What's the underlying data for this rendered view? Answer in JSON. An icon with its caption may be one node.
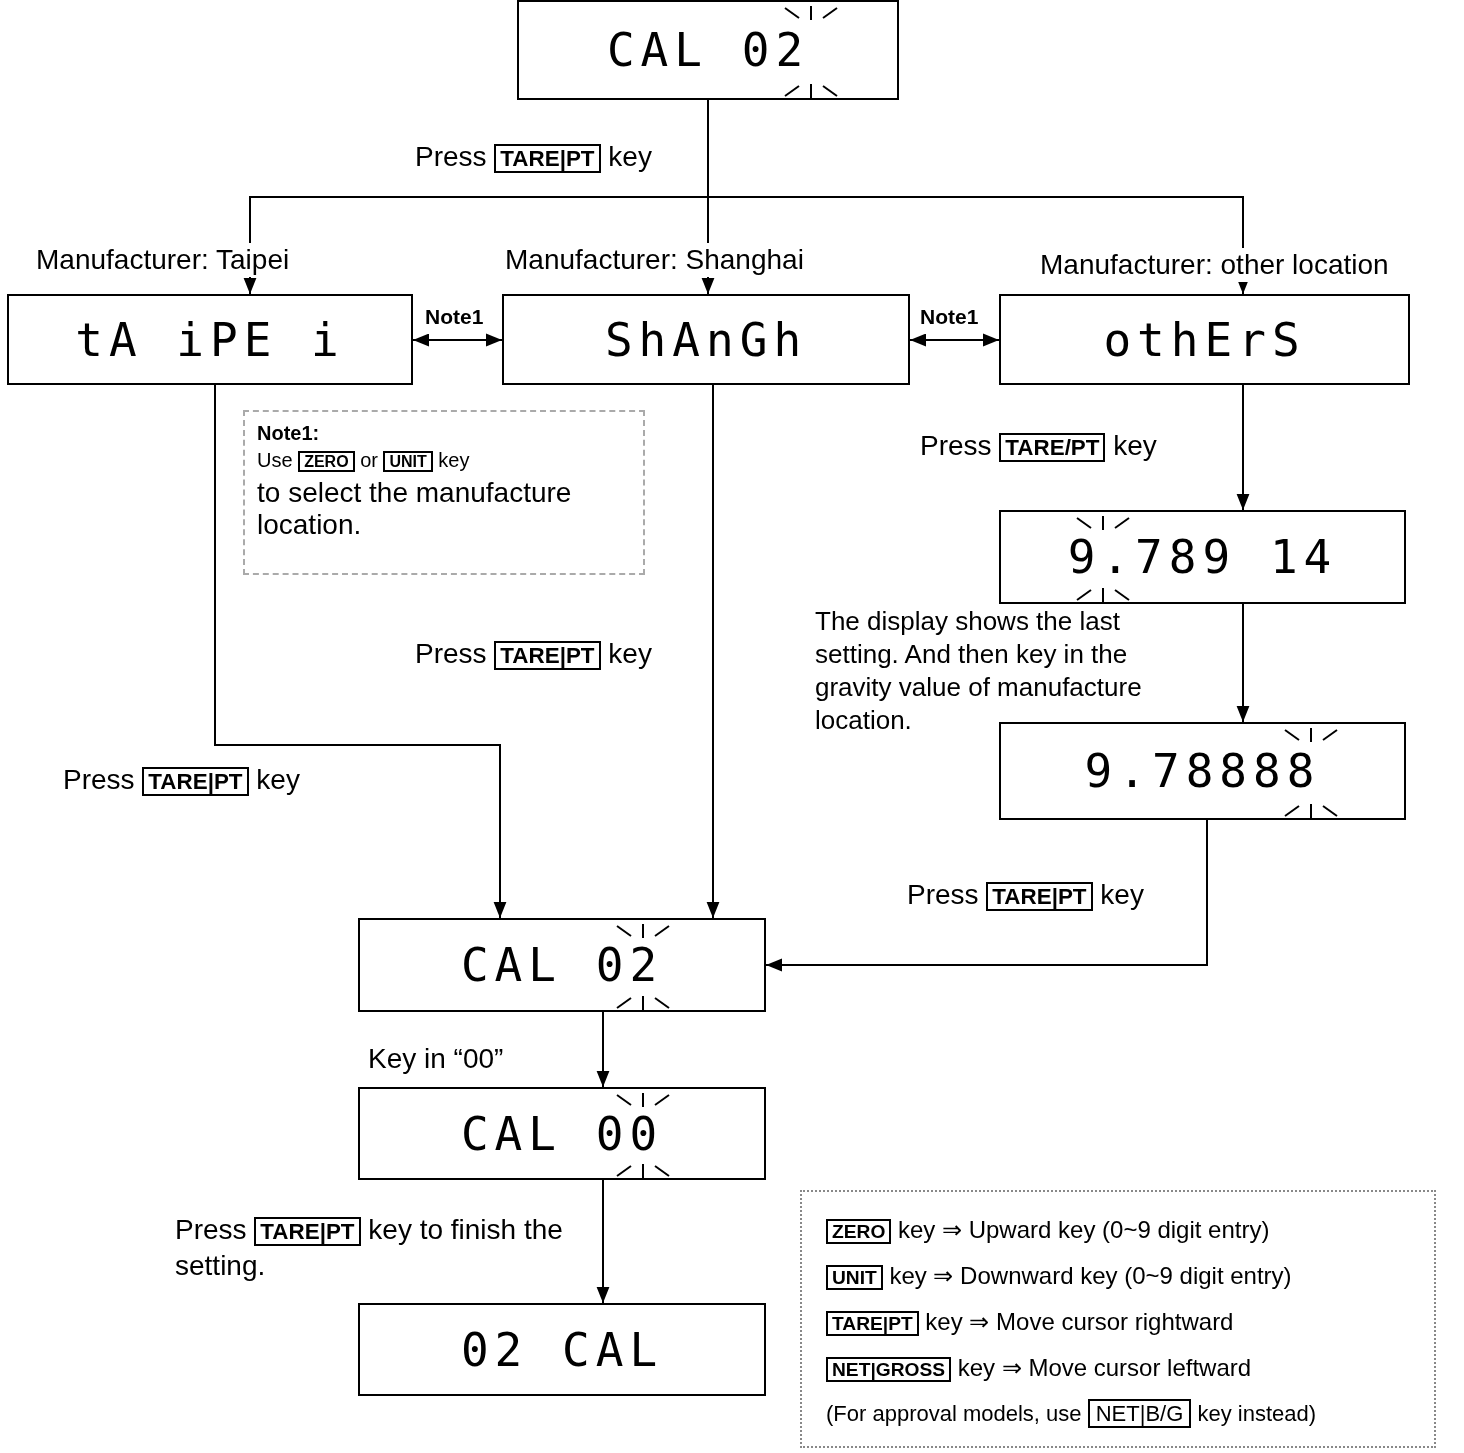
{
  "diagram": {
    "nodes": [
      {
        "text": [
          "CAL 02"
        ]
      },
      {
        "text": [
          "tA iPE i"
        ]
      },
      {
        "text": [
          "ShAnGh"
        ]
      },
      {
        "text": [
          "othErS"
        ]
      },
      {
        "text": [
          "9.789 14"
        ],
        "beside": [
          "The display shows the last setting. And then key in the gravity value of manufacture location."
        ]
      },
      {
        "text": [
          "9.78888"
        ]
      },
      {
        "text": [
          "CAL 02"
        ]
      },
      {
        "text": [
          "CAL 00"
        ]
      },
      {
        "text": [
          "02 CAL"
        ]
      },
      {
        "text": [
          "Note1:",
          "Use **ZERO** or **UNIT** key",
          "to select the manufacture location."
        ]
      },
      {
        "text": [
          "**ZERO** key ⇒ Upward key (0~9 digit entry)",
          "**UNIT** key ⇒ Downward key (0~9 digit entry)",
          "**TARE|PT** key ⇒ Move cursor rightward",
          "**NET|GROSS** key ⇒ Move cursor leftward",
          "(For approval models, use *NET|B/G* key instead)"
        ]
      }
    ],
    "edges": [
      {
        "from": 0,
        "to": 1,
        "arrow": "to",
        "label": "Manufacturer: Taipei"
      },
      {
        "from": 0,
        "to": 2,
        "arrow": "to",
        "label": "Manufacturer: Shanghai"
      },
      {
        "from": 0,
        "to": 3,
        "arrow": "to",
        "label": "Manufacturer: other location"
      },
      {
        "from": 1,
        "to": 2,
        "arrow": "both",
        "label": "Note1"
      },
      {
        "from": 2,
        "to": 3,
        "arrow": "both",
        "label": "Note1"
      },
      {
        "from": 1,
        "to": 6,
        "arrow": "to",
        "label": "Press **TARE|PT** key"
      },
      {
        "from": 2,
        "to": 6,
        "arrow": "to",
        "label": "Press **TARE|PT** key"
      },
      {
        "from": 3,
        "to": 4,
        "arrow": "to",
        "label": "Press **TARE/PT** key"
      },
      {
        "from": 4,
        "to": 5,
        "arrow": "to"
      },
      {
        "from": 5,
        "to": 6,
        "arrow": "to",
        "label": "Press **TARE|PT** key"
      },
      {
        "from": 6,
        "to": 7,
        "arrow": "to",
        "label": "Key in “00”"
      },
      {
        "from": 7,
        "to": 8,
        "arrow": "to",
        "label": "Press **TARE|PT** key to finish the setting."
      }
    ],
    "labels": [
      "Press **TARE|PT** key"
    ]
  }
}
